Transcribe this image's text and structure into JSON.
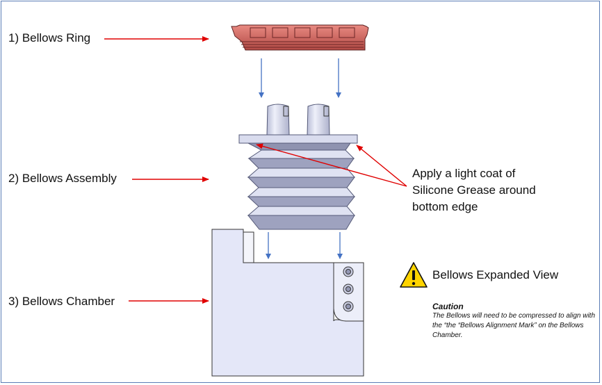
{
  "labels": {
    "ring": "1) Bellows Ring",
    "assembly": "2) Bellows Assembly",
    "chamber": "3) Bellows Chamber"
  },
  "note": {
    "line1": "Apply a light coat of",
    "line2": "Silicone Grease around",
    "line3": "bottom edge"
  },
  "warning": {
    "title": "Bellows Expanded View",
    "caution_head": "Caution",
    "caution_body": "The Bellows will need to be compressed to align with the “the “Bellows Alignment Mark” on the Bellows Chamber."
  },
  "colors": {
    "pointer_arrow": "#e00000",
    "flow_arrow": "#4472c4",
    "ring": "#d9746e",
    "part_light": "#dfe2f2",
    "part_shade": "#9ea2bf",
    "frame": "#5b7db6",
    "warning_fill": "#ffd400"
  },
  "icons": {
    "warning": "warning-triangle-icon"
  }
}
